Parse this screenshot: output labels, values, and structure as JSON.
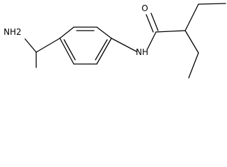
{
  "molecule": {
    "atoms": {
      "amine": "NH2",
      "amide_n": "NH",
      "carbonyl_o": "O"
    }
  }
}
